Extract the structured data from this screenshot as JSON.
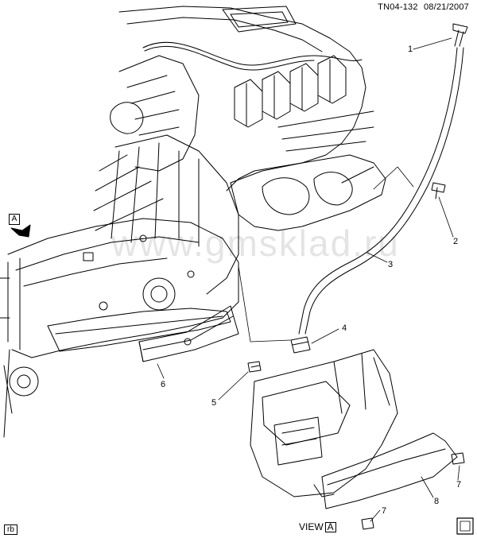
{
  "header": {
    "code": "TN04-132",
    "date": "08/21/2007"
  },
  "watermark": "www.gmsklad.ru",
  "view_marker": "A",
  "view_label": {
    "prefix": "VIEW",
    "letter": "A"
  },
  "corner_code": "rb",
  "callouts": [
    {
      "id": "c1",
      "label": "1"
    },
    {
      "id": "c2",
      "label": "2"
    },
    {
      "id": "c3",
      "label": "3"
    },
    {
      "id": "c4",
      "label": "4"
    },
    {
      "id": "c5",
      "label": "5"
    },
    {
      "id": "c6",
      "label": "6"
    },
    {
      "id": "c7a",
      "label": "7"
    },
    {
      "id": "c7b",
      "label": "7"
    },
    {
      "id": "c8",
      "label": "8"
    }
  ]
}
